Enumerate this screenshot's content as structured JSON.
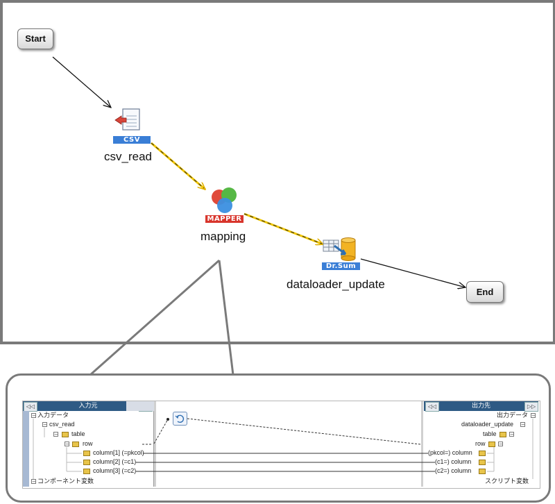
{
  "flow": {
    "start_label": "Start",
    "end_label": "End",
    "nodes": {
      "csv": {
        "badge": "CSV",
        "label": "csv_read"
      },
      "mapper": {
        "badge": "MAPPER",
        "label": "mapping"
      },
      "dr": {
        "badge": "Dr.Sum",
        "label": "dataloader_update"
      }
    }
  },
  "mapper_detail": {
    "input_header": "入力元",
    "output_header": "出力先",
    "left_nav": "◁◁",
    "right_nav": "▷▷",
    "input_tree": {
      "root": "入力データ",
      "source": "csv_read",
      "table": "table",
      "row": "row",
      "columns": [
        "column[1] (=pkcol)",
        "column[2] (=c1)",
        "column[3] (=c2)"
      ],
      "component_vars": "コンポーネント変数"
    },
    "output_tree": {
      "root": "出力データ",
      "target": "dataloader_update",
      "table": "table",
      "row": "row",
      "columns": [
        "(pkcol=) column",
        "(c1=) column",
        "(c2=) column"
      ],
      "script_vars": "スクリプト変数"
    }
  }
}
